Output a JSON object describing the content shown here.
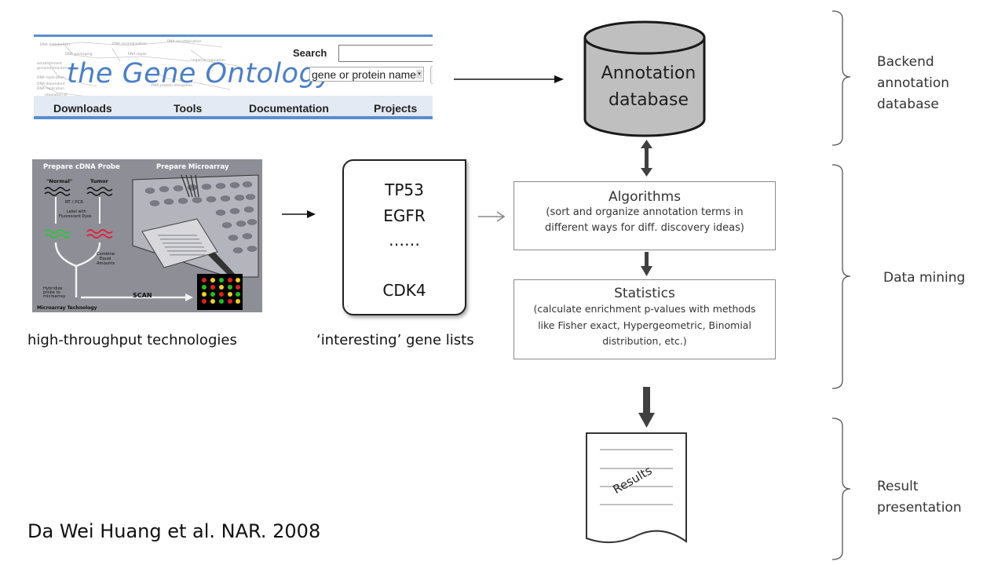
{
  "go_banner": {
    "title": "the Gene Ontology",
    "search_label": "Search",
    "search_value": "",
    "select_value": "gene or protein name",
    "nav": [
      "Downloads",
      "Tools",
      "Documentation",
      "Projects"
    ]
  },
  "microarray_figure": {
    "header_left": "Prepare cDNA Probe",
    "header_right": "Prepare Microarray",
    "normal": "\"Normal\"",
    "tumor": "Tumor",
    "rtpcr": "RT / PCR",
    "label_dyes_1": "Label with",
    "label_dyes_2": "Fluorescent Dyes",
    "combine_1": "Combine",
    "combine_2": "Equal",
    "combine_3": "Amounts",
    "hybridize_1": "Hybridize",
    "hybridize_2": "probe to",
    "hybridize_3": "microarray",
    "scan": "SCAN",
    "footer": "Microarray Technology"
  },
  "captions": {
    "high_throughput": "high-throughput technologies",
    "gene_lists": "‘interesting’ gene lists",
    "citation": "Da Wei Huang et al. NAR. 2008"
  },
  "gene_list": [
    "TP53",
    "EGFR",
    "……",
    "CDK4"
  ],
  "database": {
    "line1": "Annotation",
    "line2": "database"
  },
  "algorithms": {
    "title": "Algorithms",
    "desc1": "(sort and organize annotation terms in",
    "desc2": "different ways for diff. discovery ideas)"
  },
  "statistics": {
    "title": "Statistics",
    "desc1": "(calculate enrichment p-values with methods",
    "desc2": "like Fisher exact, Hypergeometric, Binomial",
    "desc3": "distribution, etc.)"
  },
  "results_label": "Results",
  "side_labels": {
    "backend": [
      "Backend",
      "annotation",
      "database"
    ],
    "mining": "Data mining",
    "result": [
      "Result",
      "presentation"
    ]
  },
  "colors": {
    "go_blue": "#4a7fc8",
    "cylinder_fill": "#bfbfbf",
    "arrow": "#404040"
  }
}
